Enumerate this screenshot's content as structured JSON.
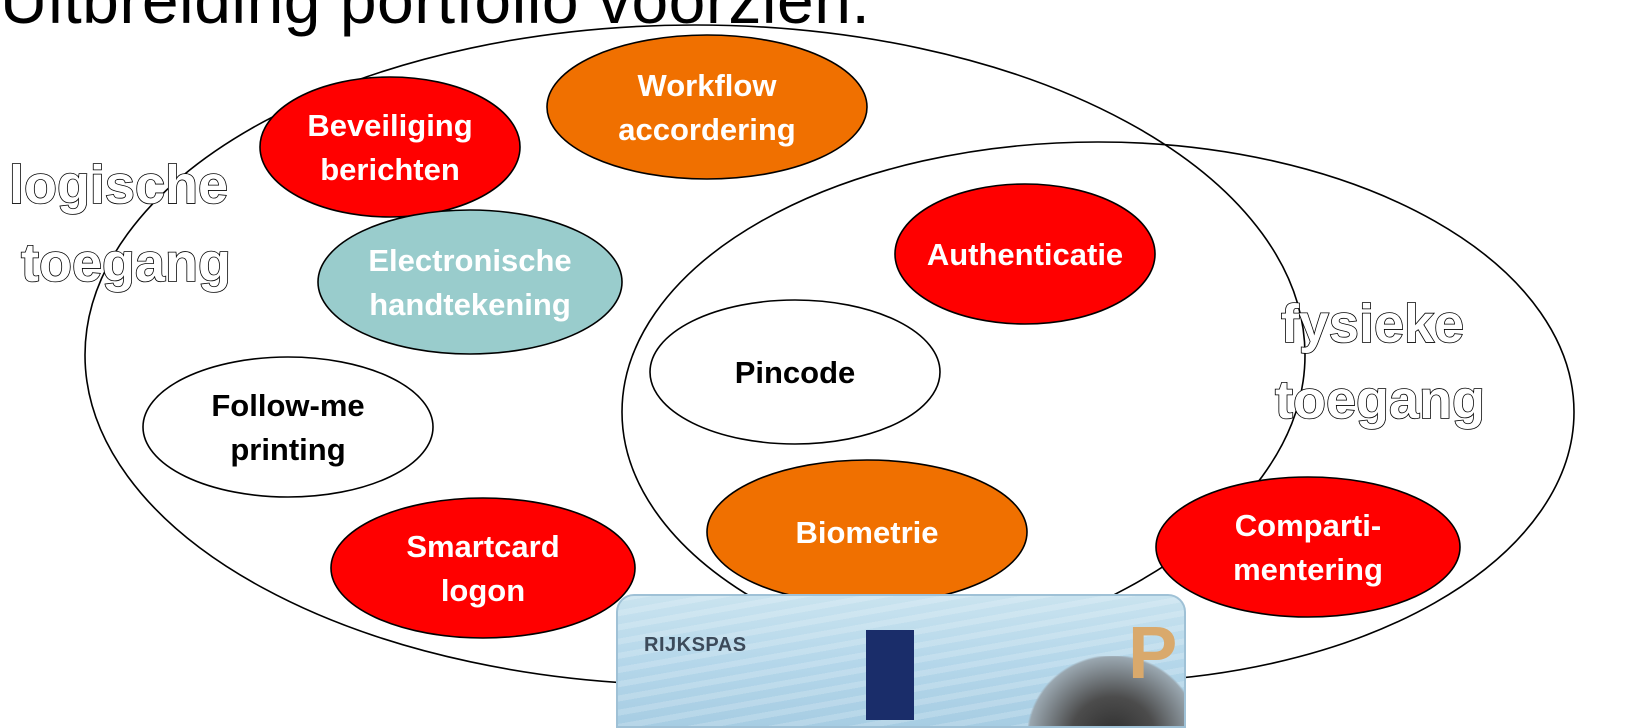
{
  "title": "Uitbreiding portfolio voorzien.",
  "regions": {
    "logical": [
      "logische",
      "toegang"
    ],
    "physical": [
      "fysieke",
      "toegang"
    ]
  },
  "nodes": [
    {
      "id": "beveiliging",
      "lines": [
        "Beveiliging",
        "berichten"
      ],
      "fill": "#ff0000",
      "text_color": "#ffffff"
    },
    {
      "id": "workflow",
      "lines": [
        "Workflow",
        "accordering"
      ],
      "fill": "#f07000",
      "text_color": "#ffffff"
    },
    {
      "id": "electronische",
      "lines": [
        "Electronische",
        "handtekening"
      ],
      "fill": "#99cccc",
      "text_color": "#ffffff"
    },
    {
      "id": "authenticatie",
      "lines": [
        "Authenticatie"
      ],
      "fill": "#ff0000",
      "text_color": "#ffffff"
    },
    {
      "id": "pincode",
      "lines": [
        "Pincode"
      ],
      "fill": "#ffffff",
      "text_color": "#000000"
    },
    {
      "id": "follow-me",
      "lines": [
        "Follow-me",
        "printing"
      ],
      "fill": "#ffffff",
      "text_color": "#000000"
    },
    {
      "id": "biometrie",
      "lines": [
        "Biometrie"
      ],
      "fill": "#f07000",
      "text_color": "#ffffff"
    },
    {
      "id": "smartcard",
      "lines": [
        "Smartcard",
        "logon"
      ],
      "fill": "#ff0000",
      "text_color": "#ffffff"
    },
    {
      "id": "compartimentering",
      "lines": [
        "Comparti-",
        "mentering"
      ],
      "fill": "#ff0000",
      "text_color": "#ffffff"
    }
  ],
  "card": {
    "label": "RIJKSPAS",
    "badge": "P"
  }
}
